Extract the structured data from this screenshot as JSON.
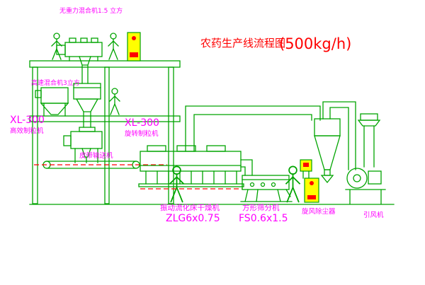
{
  "title": {
    "name": "农药生产线流程图",
    "capacity": "(500kg/h)"
  },
  "equipment_labels": {
    "gravity_mixer": "无重力混合机1.5 立方",
    "high_speed_mixer": "高速混合机3立方",
    "granulator_left": {
      "model": "XL-300",
      "name": "高效制粒机"
    },
    "granulator_right": {
      "model": "XL-300",
      "name": "旋转制粒机"
    },
    "belt_conveyor": "皮带输送机",
    "fluid_bed_dryer": {
      "name": "振动流化床干燥机",
      "model": "ZLG6x0.75"
    },
    "square_sieve": {
      "name": "方形筛分机",
      "model": "FS0.6x1.5"
    },
    "cyclone": "旋风除尘器",
    "induced_draft_fan": "引风机"
  },
  "colors": {
    "line_green": "#00a400",
    "label_magenta": "#ff00ff",
    "title_red": "#ff0000",
    "cabinet_yellow": "#ffff00",
    "dash_red": "#ff0000",
    "background": "#ffffff"
  }
}
